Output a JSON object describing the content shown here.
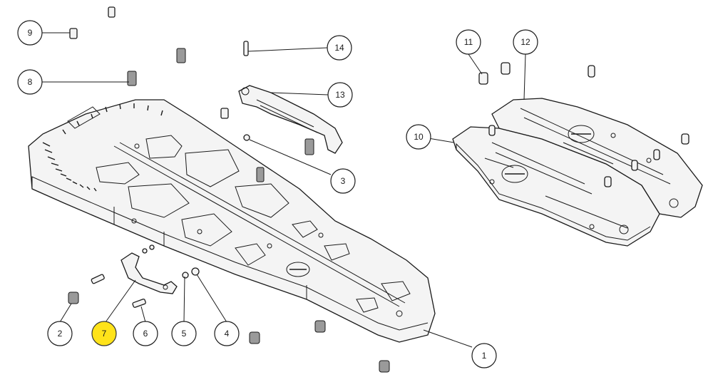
{
  "callouts": [
    {
      "id": "c1",
      "number": "1"
    },
    {
      "id": "c2",
      "number": "2"
    },
    {
      "id": "c3",
      "number": "3"
    },
    {
      "id": "c4",
      "number": "4"
    },
    {
      "id": "c5",
      "number": "5"
    },
    {
      "id": "c6",
      "number": "6"
    },
    {
      "id": "c7",
      "number": "7",
      "highlighted": true
    },
    {
      "id": "c8",
      "number": "8"
    },
    {
      "id": "c9",
      "number": "9"
    },
    {
      "id": "c10",
      "number": "10"
    },
    {
      "id": "c11",
      "number": "11"
    },
    {
      "id": "c12",
      "number": "12"
    },
    {
      "id": "c13",
      "number": "13"
    },
    {
      "id": "c14",
      "number": "14"
    }
  ],
  "colors": {
    "highlight": "#ffe31a",
    "line": "#1a1a1a",
    "background": "#ffffff"
  }
}
